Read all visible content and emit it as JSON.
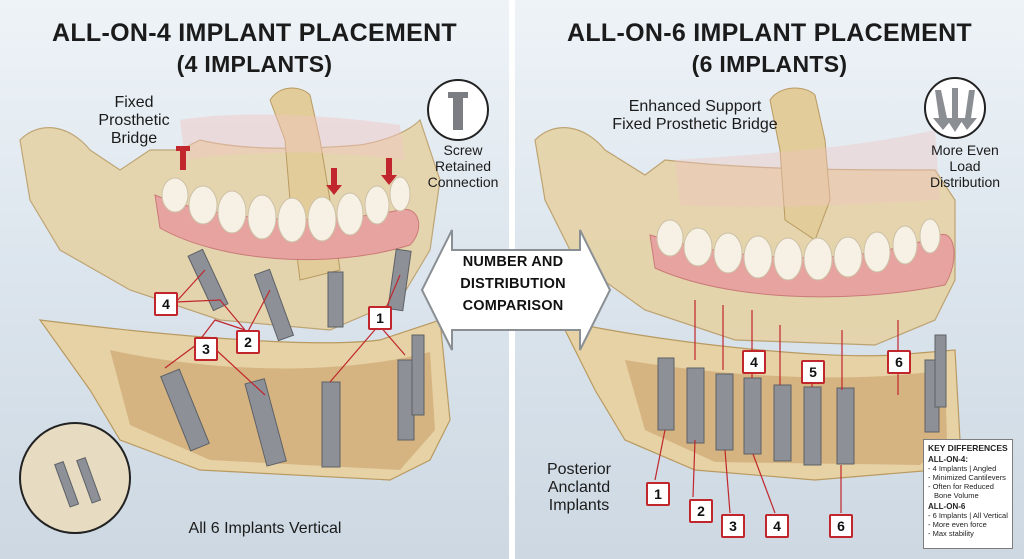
{
  "left": {
    "title_line1": "ALL-ON-4 IMPLANT PLACEMENT",
    "title_line2": "(4 IMPLANTS)",
    "label_bridge_1": "Fixed",
    "label_bridge_2": "Prosthetic",
    "label_bridge_3": "Bridge",
    "label_screw_1": "Screw",
    "label_screw_2": "Retained",
    "label_screw_3": "Connection",
    "label_bottom": "All 6 Implants Vertical",
    "badges": [
      "4",
      "2",
      "3",
      "1"
    ]
  },
  "right": {
    "title_line1": "ALL-ON-6 IMPLANT PLACEMENT",
    "title_line2": "(6 IMPLANTS)",
    "label_support_1": "Enhanced Support",
    "label_support_2": "Fixed Prosthetic Bridge",
    "label_load_1": "More Even",
    "label_load_2": "Load",
    "label_load_3": "Distribution",
    "label_posterior_1": "Posterior",
    "label_posterior_2": "Anclantd",
    "label_posterior_3": "Implants",
    "top_badges": [
      "4",
      "5",
      "6"
    ],
    "bottom_badges": [
      "1",
      "2",
      "3",
      "4",
      "6"
    ]
  },
  "center": {
    "line1": "NUMBER AND",
    "line2": "DISTRIBUTION",
    "line3": "COMPARISON"
  },
  "key_differences": {
    "heading": "KEY DIFFERENCES",
    "a_title": "ALL-ON-4:",
    "a_1": "- 4 Implants | Angled",
    "a_2": "- Minimized Cantilevers",
    "a_3": "- Often for Reduced",
    "a_4": "Bone Volume",
    "b_title": "ALL-ON-6",
    "b_1": "- 6 Implants | All Vertical",
    "b_2": "- More even force",
    "b_3": "- Max stability"
  },
  "colors": {
    "bone": "#e6d2a4",
    "gum": "#e7a3a0",
    "tooth": "#f6f1e4",
    "implant": "#8d9197",
    "accent_red": "#c0262c"
  }
}
